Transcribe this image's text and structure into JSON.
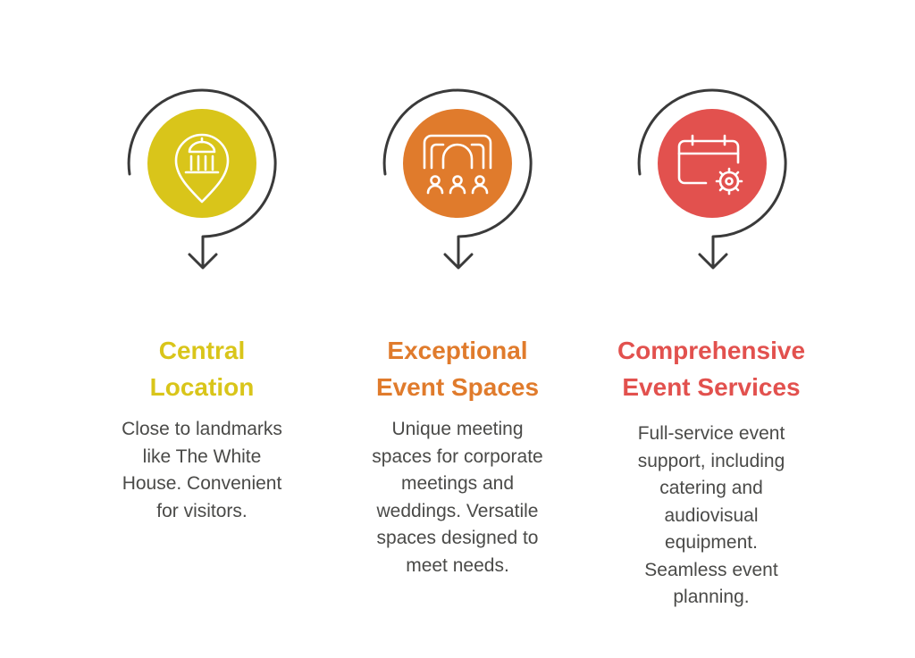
{
  "colors": {
    "yellow": "#D9C51A",
    "orange": "#E07B2C",
    "red": "#E2514E",
    "stroke": "#3A3A3A",
    "text": "#4A4A48"
  },
  "items": [
    {
      "icon": "capitol-location-pin-icon",
      "title_line1": "Central",
      "title_line2": "Location",
      "desc_lines": [
        "Close to landmarks",
        "like The White",
        "House. Convenient",
        "for visitors."
      ]
    },
    {
      "icon": "event-hall-audience-icon",
      "title_line1": "Exceptional",
      "title_line2": "Event Spaces",
      "desc_lines": [
        "Unique meeting",
        "spaces for corporate",
        "meetings and",
        "weddings. Versatile",
        "spaces designed to",
        "meet needs."
      ]
    },
    {
      "icon": "calendar-gear-icon",
      "title_line1": "Comprehensive",
      "title_line2": "Event Services",
      "desc_lines": [
        "Full-service event",
        "support, including",
        "catering and",
        "audiovisual",
        "equipment.",
        "Seamless event",
        "planning."
      ]
    }
  ]
}
